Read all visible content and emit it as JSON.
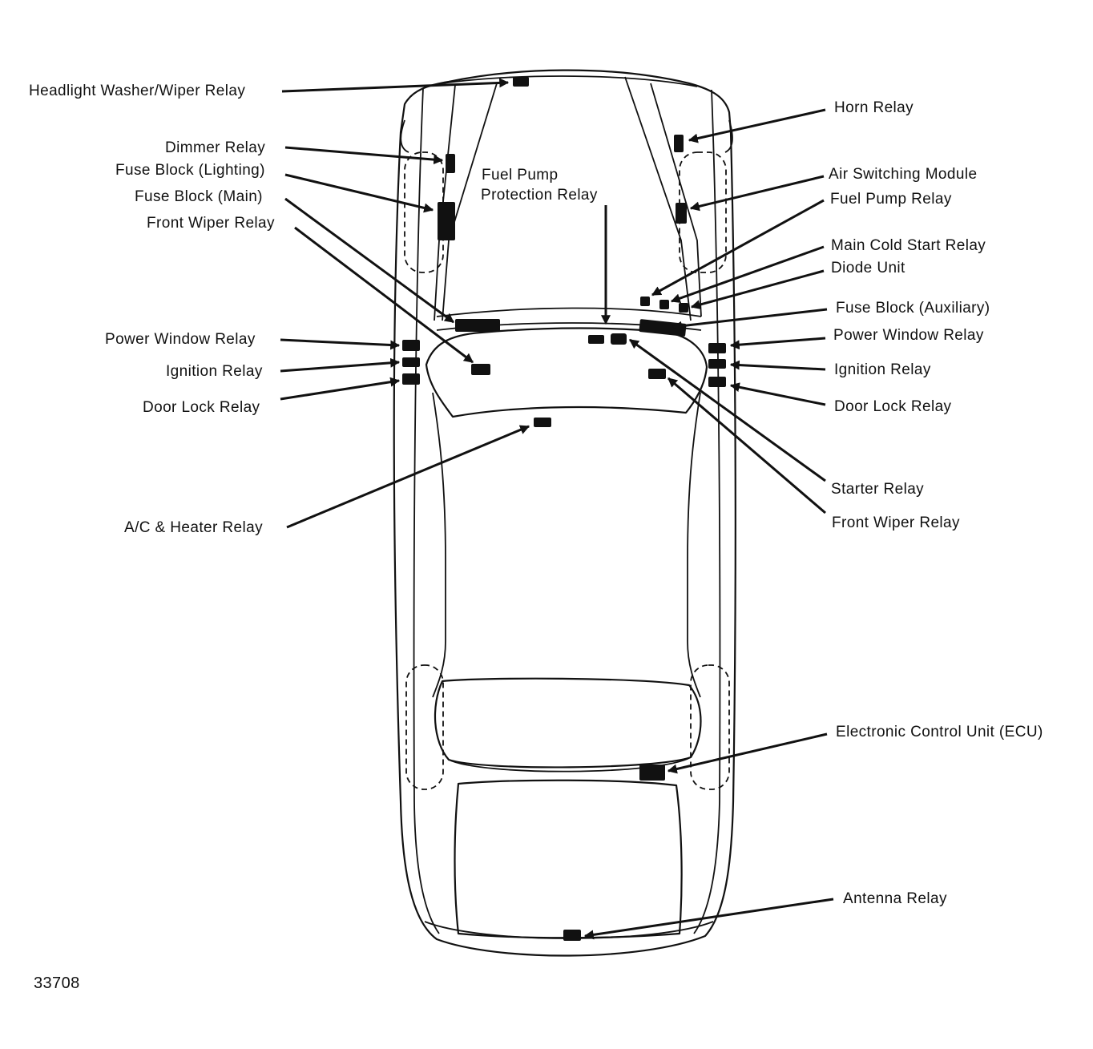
{
  "figure_number": "33708",
  "labels": {
    "headlight_washer_wiper_relay": "Headlight Washer/Wiper Relay",
    "dimmer_relay": "Dimmer Relay",
    "fuse_block_lighting": "Fuse Block (Lighting)",
    "fuse_block_main": "Fuse Block (Main)",
    "front_wiper_relay_left": "Front Wiper Relay",
    "fuel_pump_protection_relay_line1": "Fuel Pump",
    "fuel_pump_protection_relay_line2": "Protection Relay",
    "power_window_relay_left": "Power Window Relay",
    "ignition_relay_left": "Ignition Relay",
    "door_lock_relay_left": "Door Lock Relay",
    "ac_heater_relay": "A/C & Heater Relay",
    "horn_relay": "Horn Relay",
    "air_switching_module": "Air Switching Module",
    "fuel_pump_relay": "Fuel Pump Relay",
    "main_cold_start_relay": "Main Cold Start Relay",
    "diode_unit": "Diode Unit",
    "fuse_block_auxiliary": "Fuse Block (Auxiliary)",
    "power_window_relay_right": "Power Window Relay",
    "ignition_relay_right": "Ignition Relay",
    "door_lock_relay_right": "Door Lock Relay",
    "starter_relay": "Starter Relay",
    "front_wiper_relay_right": "Front Wiper Relay",
    "ecu": "Electronic Control Unit (ECU)",
    "antenna_relay": "Antenna Relay"
  }
}
